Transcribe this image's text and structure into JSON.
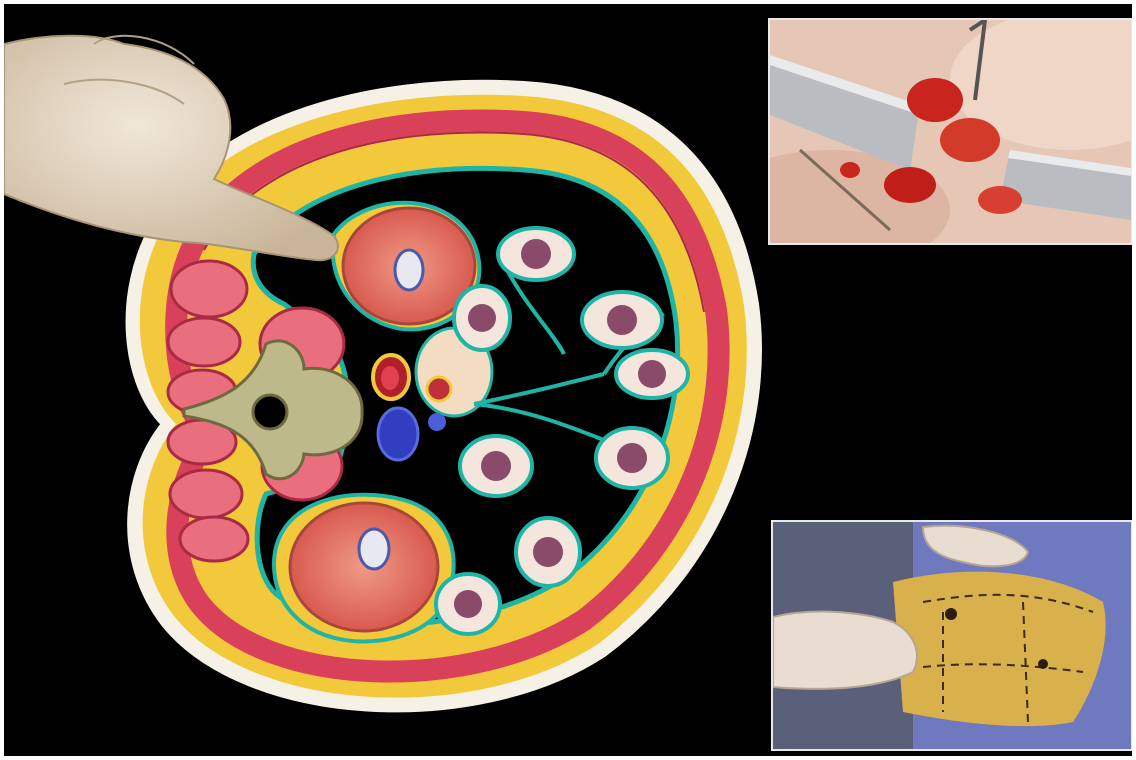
{
  "figure": {
    "main_illustration": "abdominal-cross-section",
    "inset_top": "surgical-incision-photo",
    "inset_bottom": "flank-skin-marking-photo"
  },
  "colors": {
    "background": "#000000",
    "fat": "#f2c93a",
    "muscle": "#d9405a",
    "peritoneum": "#1fb5a6",
    "kidney": "#e26a5a",
    "bowel_wall": "#f4e6dc",
    "bowel_lumen": "#8a4a6a",
    "vertebra": "#bdb98a",
    "aorta": "#b0202a",
    "vena_cava": "#2f3fbf",
    "glove": "#e9dcc8",
    "drape": "#7d86c9"
  }
}
